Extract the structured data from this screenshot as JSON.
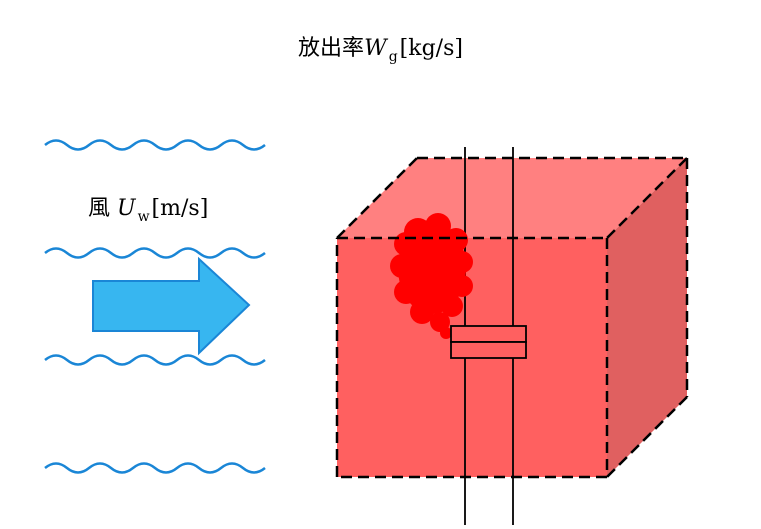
{
  "title": {
    "prefix": "放出率",
    "symbol": "W",
    "subscript": "g",
    "unit": "[kg/s]"
  },
  "wind": {
    "prefix": "風",
    "symbol": "U",
    "subscript": "w",
    "unit": "[m/s]"
  },
  "colors": {
    "wave": "#1a86d6",
    "arrow_fill": "#37b6f0",
    "arrow_stroke": "#1a86d6",
    "box_front": "#ff6060",
    "box_top": "#ff8080",
    "box_side": "#e06060",
    "plume": "#ff0000",
    "lines": "#000000"
  }
}
